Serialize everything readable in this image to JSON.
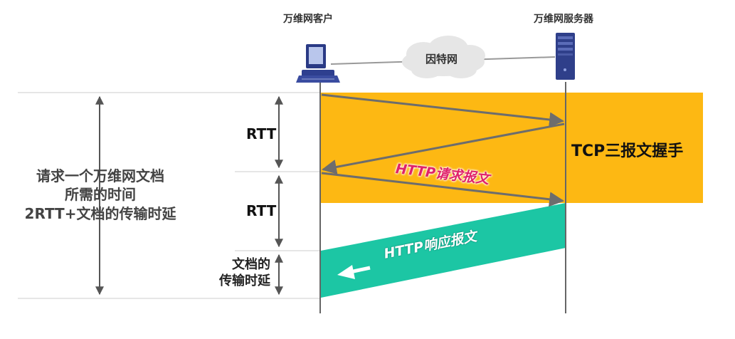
{
  "header": {
    "client_label": "万维网客户",
    "server_label": "万维网服务器",
    "network_label": "因特网"
  },
  "labels": {
    "rtt_1": "RTT",
    "rtt_2": "RTT",
    "tcp_handshake": "TCP三报文握手",
    "http_request": "HTTP请求报文",
    "http_response": "HTTP响应报文",
    "total_time_lines": [
      "请求一个万维网文档",
      "所需的时间",
      "2RTT+文档的传输时延"
    ],
    "doc_transfer_lines": [
      "文档的",
      "传输时延"
    ]
  },
  "colors": {
    "handshake_bg": "#FDB813",
    "response_band": "#1CC6A4",
    "arrow_gray": "#6d6d6d",
    "server_body": "#2f3f8a",
    "request_text": "#e0226a"
  },
  "icons": {
    "client": "desktop-computer-icon",
    "server": "server-tower-icon",
    "network": "cloud-icon"
  }
}
